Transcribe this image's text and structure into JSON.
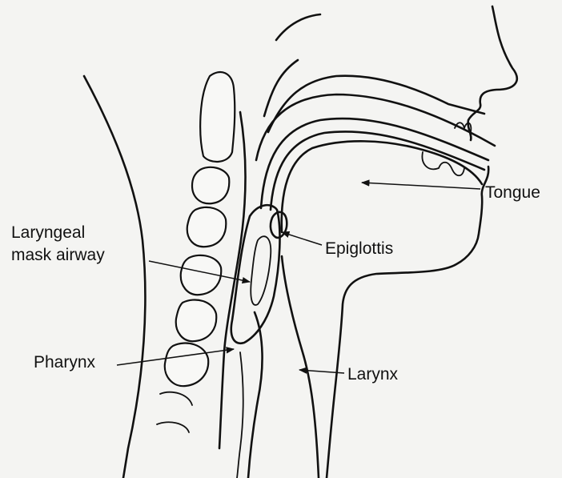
{
  "diagram": {
    "labels": {
      "tongue": "Tongue",
      "laryngeal_line1": "Laryngeal",
      "laryngeal_line2": "mask airway",
      "epiglottis": "Epiglottis",
      "pharynx": "Pharynx",
      "larynx": "Larynx"
    }
  }
}
